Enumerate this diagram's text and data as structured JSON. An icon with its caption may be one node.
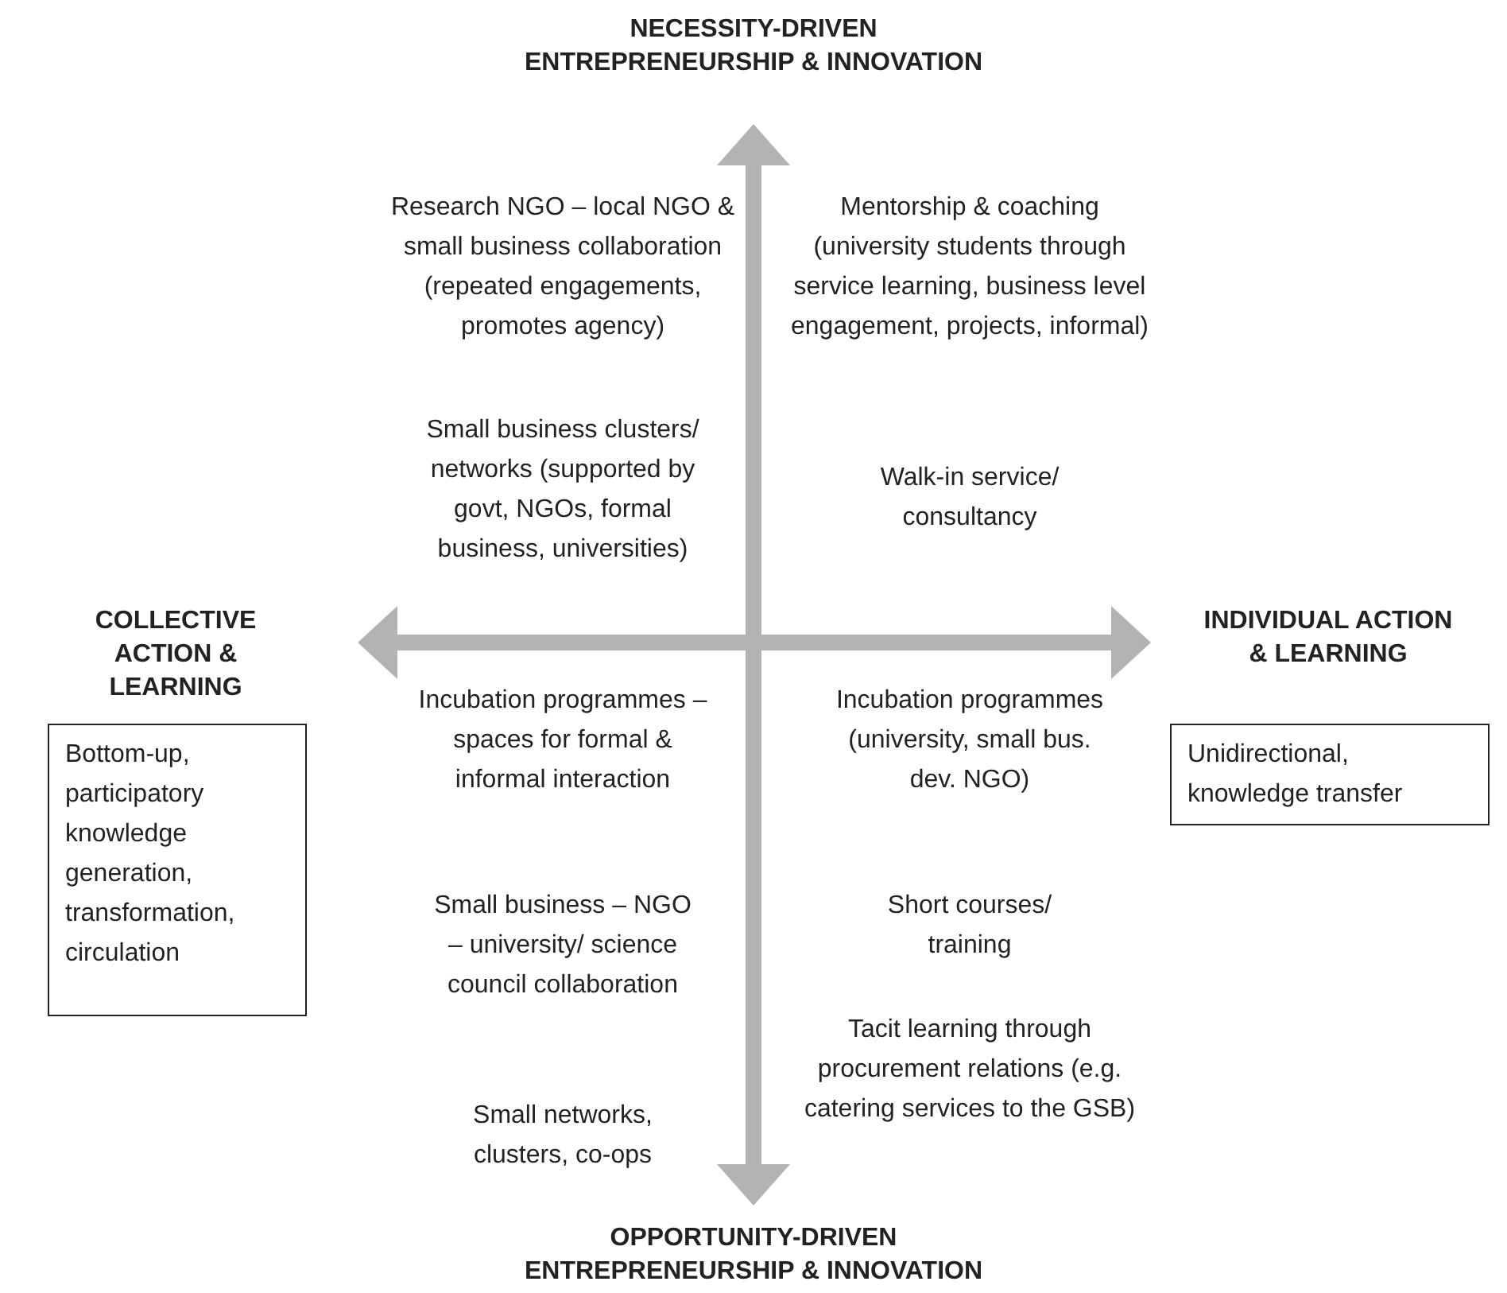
{
  "diagram": {
    "nodes": [
      {
        "text": [
          "Bottom-up, participatory knowledge generation, transformation, circulation"
        ]
      },
      {
        "text": [
          "Unidirectional, knowledge transfer"
        ]
      }
    ],
    "labels": [
      "NECESSITY-DRIVEN ENTREPRENEURSHIP & INNOVATION",
      "Research NGO – local NGO & small business collaboration (repeated engagements, promotes agency)",
      "Mentorship & coaching (university students through service learning, business level engagement, projects, informal)",
      "Small business clusters/ networks (supported by govt, NGOs, formal business, universities)",
      "Walk-in service/ consultancy",
      "COLLECTIVE ACTION & LEARNING",
      "INDIVIDUAL ACTION & LEARNING",
      "Incubation programmes – spaces for formal & informal interaction",
      "Incubation programmes (university, small bus. dev. NGO)",
      "Small business – NGO – university/ science council collaboration",
      "Short courses/ training",
      "Tacit learning through procurement relations (e.g. catering services to the GSB)",
      "Small networks, clusters, co-ops",
      "OPPORTUNITY-DRIVEN ENTREPRENEURSHIP & INNOVATION"
    ]
  }
}
